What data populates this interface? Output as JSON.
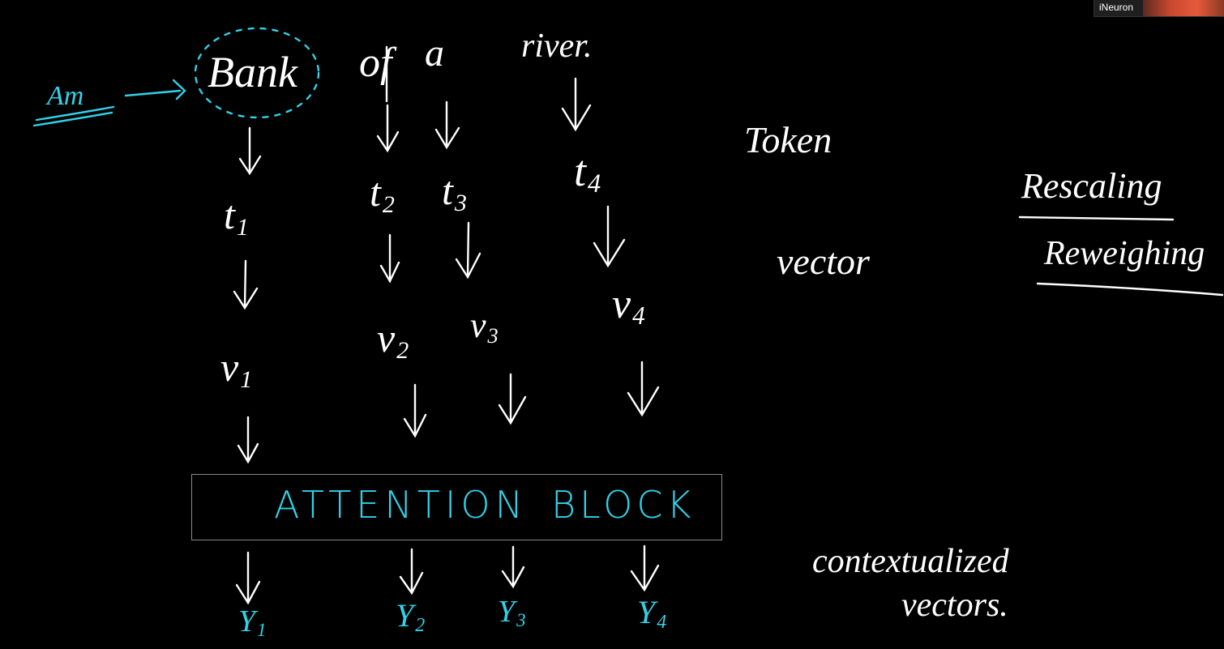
{
  "badge": {
    "label": "iNeuron"
  },
  "sentence": {
    "word1": "Bank",
    "word2": "of",
    "word3": "a",
    "word4": "river."
  },
  "side_note": "Am",
  "tokens": [
    {
      "base": "t",
      "sub": "1"
    },
    {
      "base": "t",
      "sub": "2"
    },
    {
      "base": "t",
      "sub": "3"
    },
    {
      "base": "t",
      "sub": "4"
    }
  ],
  "vectors": [
    {
      "base": "v",
      "sub": "1"
    },
    {
      "base": "v",
      "sub": "2"
    },
    {
      "base": "v",
      "sub": "3"
    },
    {
      "base": "v",
      "sub": "4"
    }
  ],
  "outputs": [
    {
      "base": "Y",
      "sub": "1"
    },
    {
      "base": "Y",
      "sub": "2"
    },
    {
      "base": "Y",
      "sub": "3"
    },
    {
      "base": "Y",
      "sub": "4"
    }
  ],
  "attention": {
    "word1": "ATTENTION",
    "word2": "BLOCK"
  },
  "labels": {
    "token": "Token",
    "vector": "vector",
    "rescaling": "Rescaling",
    "reweighing": "Reweighing",
    "contextualized1": "contextualized",
    "contextualized2": "vectors."
  },
  "colors": {
    "ink": "#ffffff",
    "accent": "#31d2e8",
    "box": "#8a8a8a"
  }
}
